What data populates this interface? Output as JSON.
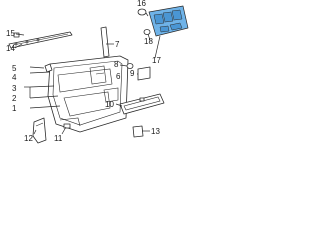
{
  "diagram": {
    "callouts": [
      "1",
      "2",
      "3",
      "4",
      "5",
      "6",
      "7",
      "8",
      "9",
      "10",
      "11",
      "12",
      "13",
      "14",
      "15",
      "16",
      "17",
      "18"
    ],
    "colors": {
      "highlight": "#6fb3e8",
      "highlight_dark": "#4a96d4",
      "line": "#2b2b2b",
      "background": "#ffffff"
    }
  }
}
